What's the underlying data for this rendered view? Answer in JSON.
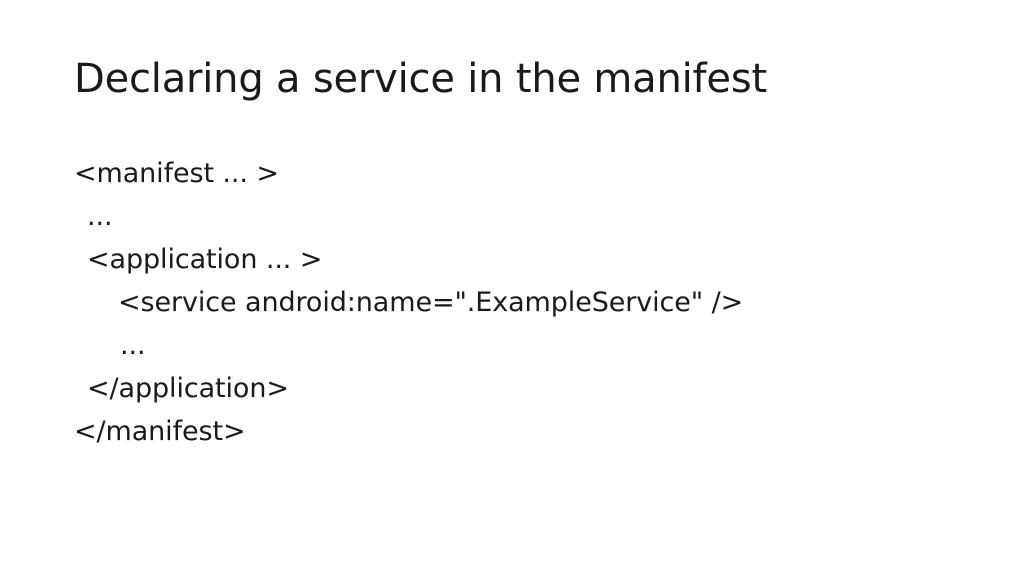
{
  "slide": {
    "title": "Declaring a service in the manifest",
    "background_color": "#ffffff",
    "text_color": "#1a1a1a",
    "code_lines": [
      {
        "text": "<manifest ... >",
        "indent": 0
      },
      {
        "text": "...",
        "indent": 1
      },
      {
        "text": "<application ... >",
        "indent": 1
      },
      {
        "text": "<service android:name=\".ExampleService\" />",
        "indent": 2
      },
      {
        "text": "...",
        "indent": 2
      },
      {
        "text": "</application>",
        "indent": 1
      },
      {
        "text": "</manifest>",
        "indent": 0
      }
    ]
  }
}
